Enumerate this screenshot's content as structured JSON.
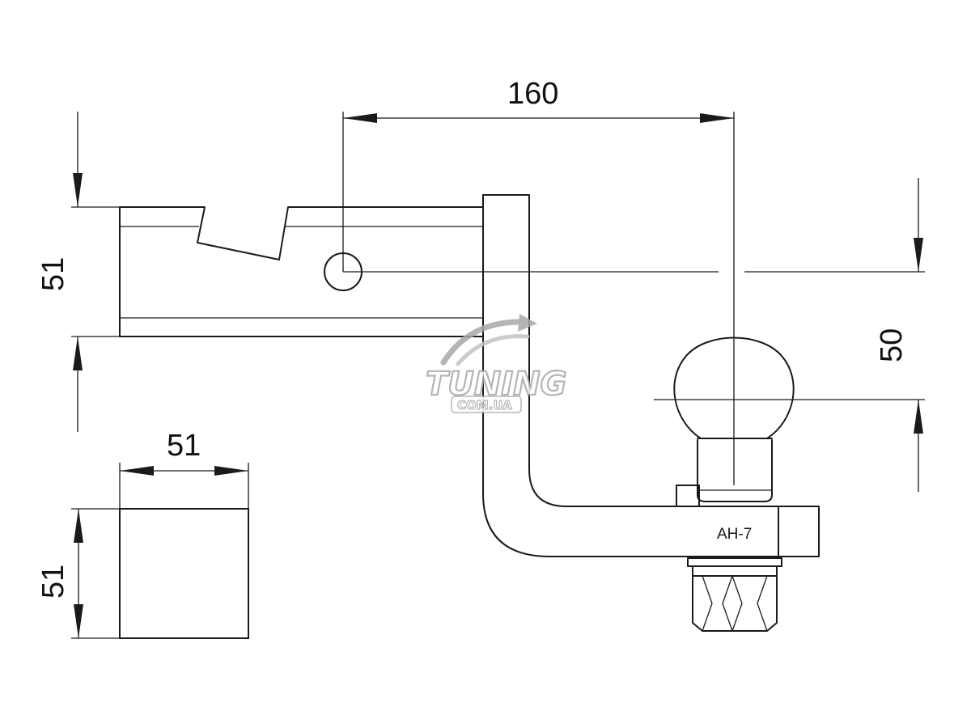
{
  "dimensions": {
    "horizontal_offset": "160",
    "tube_height": "51",
    "drop_height": "50",
    "section_width": "51",
    "section_height": "51"
  },
  "part": {
    "label": "AH-7"
  },
  "watermark": {
    "brand": "TUNING",
    "domain": "COM.UA"
  },
  "colors": {
    "line": "#1a1a1a",
    "watermark": "#a9a9a9"
  }
}
